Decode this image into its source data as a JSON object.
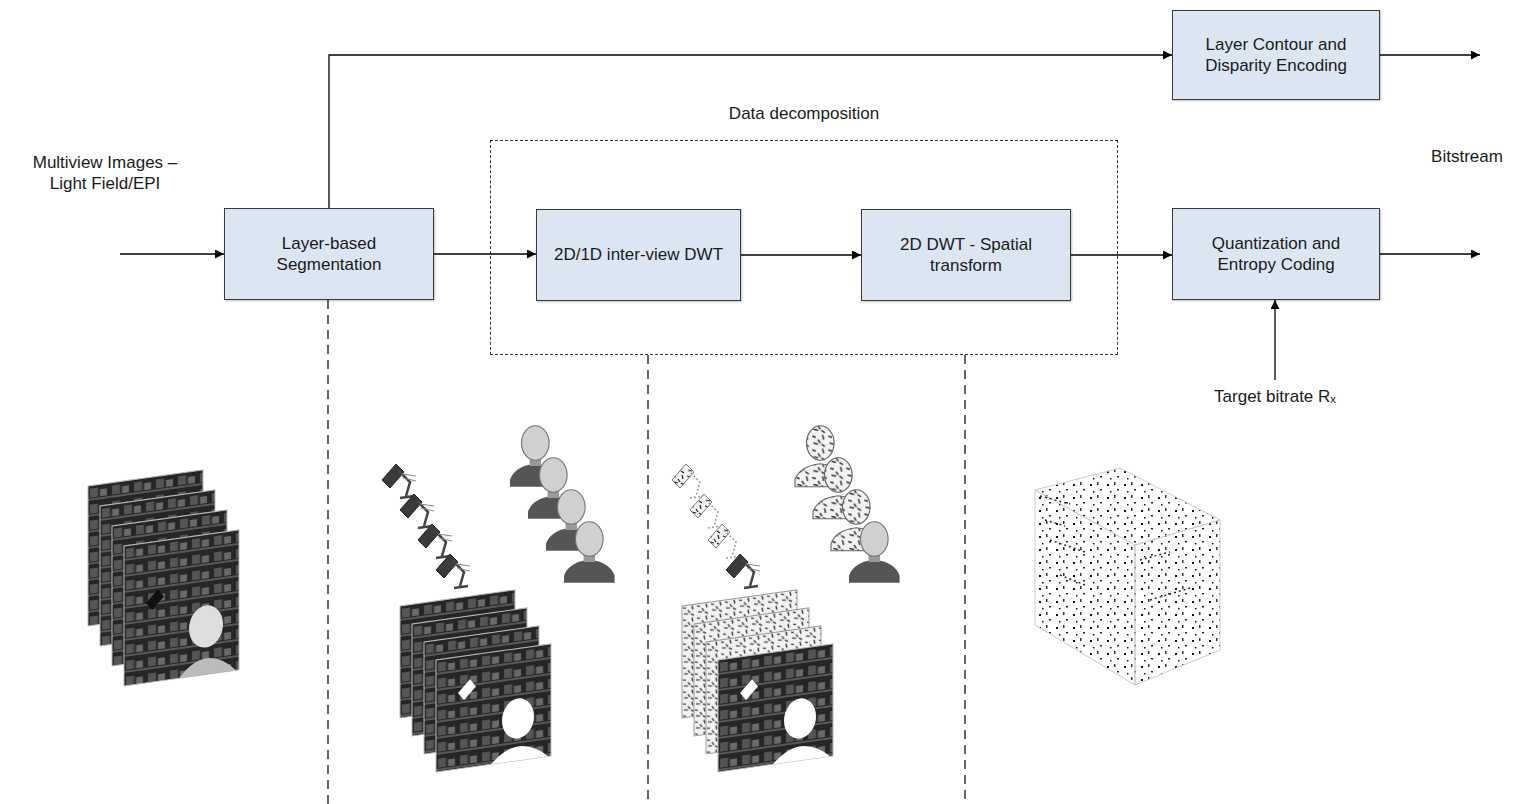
{
  "diagram": {
    "nodes": [
      {
        "text": [
          "Layer-based Segmentation"
        ]
      },
      {
        "text": [
          "Data decomposition"
        ]
      },
      {
        "text": [
          "2D/1D inter-view DWT"
        ],
        "in": 1
      },
      {
        "text": [
          "2D DWT - Spatial transform"
        ],
        "in": 1
      },
      {
        "text": [
          "Quantization and Entropy Coding"
        ]
      },
      {
        "text": [
          "Layer Contour and Disparity Encoding"
        ]
      }
    ],
    "edges": [
      {
        "from": 0,
        "to": 2,
        "arrow": "to"
      },
      {
        "from": 2,
        "to": 3,
        "arrow": "to"
      },
      {
        "from": 3,
        "to": 4,
        "arrow": "to"
      },
      {
        "from": 0,
        "to": 5,
        "arrow": "to"
      }
    ],
    "labels": [
      "Multiview Images – Light Field/EPI",
      "Bitstream",
      "Target bitrate Rₓ"
    ]
  }
}
